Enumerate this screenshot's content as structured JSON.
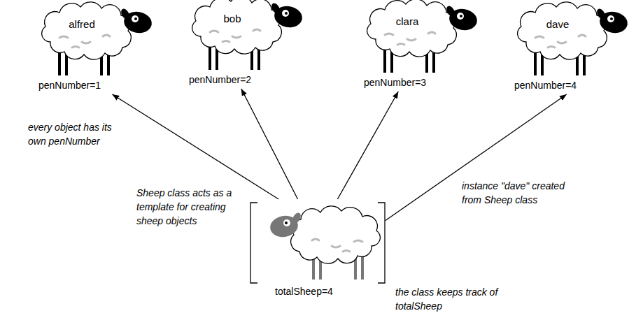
{
  "diagram": {
    "nodes": [
      {
        "text": [
          "alfred",
          "penNumber=1"
        ]
      },
      {
        "text": [
          "bob",
          "penNumber=2"
        ]
      },
      {
        "text": [
          "clara",
          "penNumber=3"
        ]
      },
      {
        "text": [
          "dave",
          "penNumber=4"
        ]
      },
      {
        "text": [
          "totalSheep=4"
        ]
      }
    ],
    "edges": [
      {
        "from": 4,
        "to": 0,
        "arrow": "to"
      },
      {
        "from": 4,
        "to": 1,
        "arrow": "to"
      },
      {
        "from": 4,
        "to": 2,
        "arrow": "to"
      },
      {
        "from": 4,
        "to": 3,
        "arrow": "to"
      }
    ],
    "labels": [
      "every object has its own penNumber",
      "Sheep class acts as a template for creating sheep objects",
      "instance \"dave\" created from Sheep class",
      "the class keeps track of totalSheep"
    ]
  }
}
